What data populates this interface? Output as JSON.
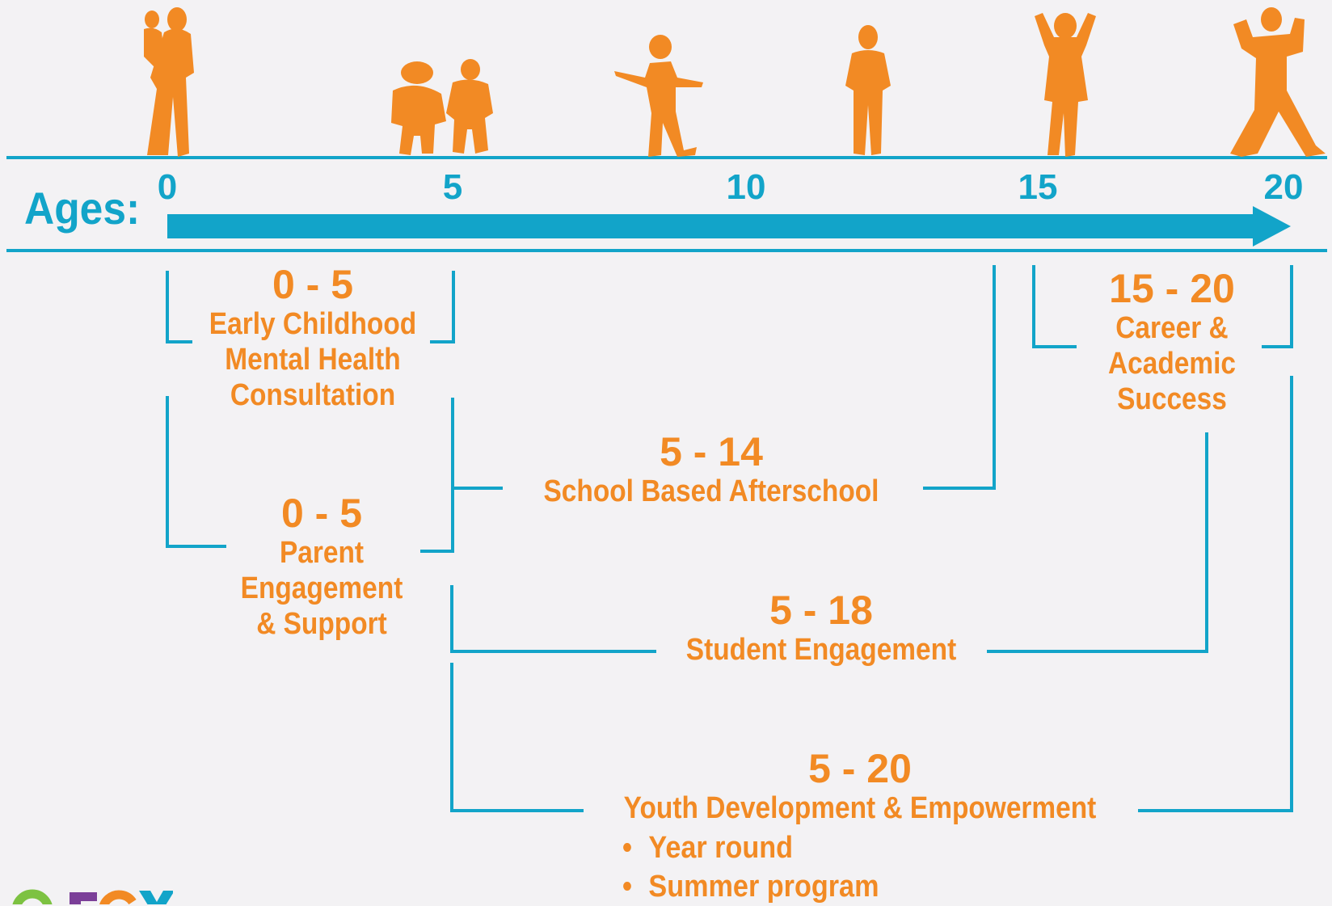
{
  "colors": {
    "accent_blue": "#12a4c9",
    "accent_orange": "#f28a24",
    "background": "#f3f2f4"
  },
  "timeline": {
    "label": "Ages:",
    "ticks": [
      "0",
      "5",
      "10",
      "15",
      "20"
    ]
  },
  "programs": {
    "early_childhood": {
      "range": "0 - 5",
      "name_lines": [
        "Early Childhood",
        "Mental Health",
        "Consultation"
      ]
    },
    "parent_engagement": {
      "range": "0 - 5",
      "name_lines": [
        "Parent",
        "Engagement",
        "& Support"
      ]
    },
    "afterschool": {
      "range": "5 - 14",
      "name_lines": [
        "School Based Afterschool"
      ]
    },
    "student_engagement": {
      "range": "5 - 18",
      "name_lines": [
        "Student Engagement"
      ]
    },
    "career_success": {
      "range": "15 - 20",
      "name_lines": [
        "Career &",
        "Academic",
        "Success"
      ]
    },
    "youth_development": {
      "range": "5 - 20",
      "name_lines": [
        "Youth Development & Empowerment"
      ],
      "bullets": [
        "Year round",
        "Summer program"
      ]
    }
  },
  "figures": [
    "mother-with-child-icon",
    "two-toddlers-icon",
    "dancing-child-icon",
    "boy-standing-icon",
    "girl-arms-up-icon",
    "teen-flexing-icon"
  ],
  "logo": {
    "letters": [
      "O",
      "F",
      "C",
      "Y"
    ],
    "colors": [
      "#7dc242",
      "#7b3f98",
      "#f28a24",
      "#12a4c9"
    ]
  }
}
